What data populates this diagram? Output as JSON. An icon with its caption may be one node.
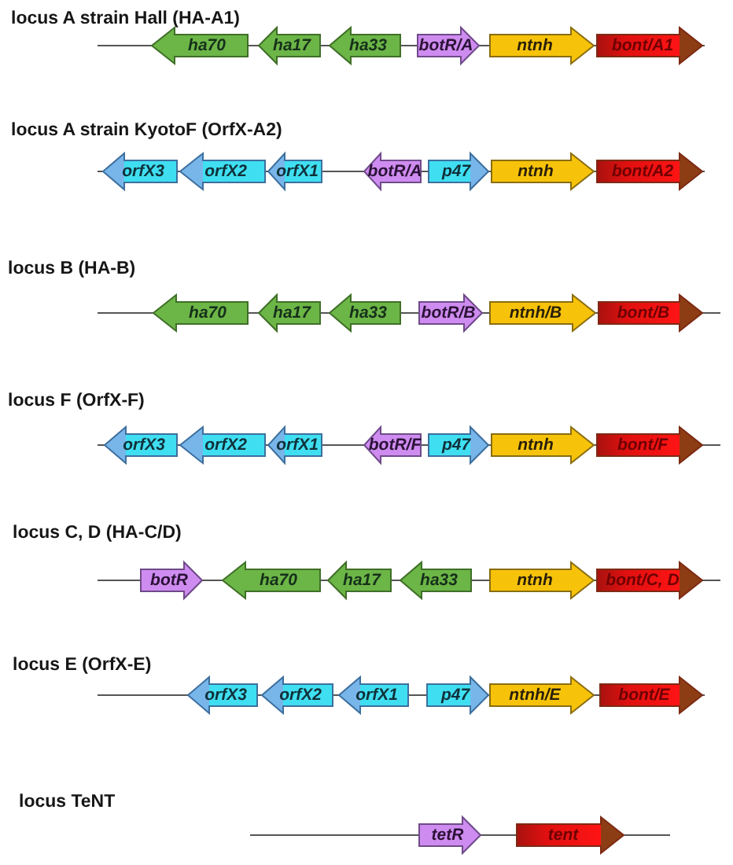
{
  "diagram": {
    "nodes": [
      {
        "text": [
          "ha70"
        ]
      },
      {
        "text": [
          "ha17"
        ]
      },
      {
        "text": [
          "ha33"
        ]
      },
      {
        "text": [
          "botR/A"
        ]
      },
      {
        "text": [
          "ntnh"
        ]
      },
      {
        "text": [
          "bont/A1"
        ]
      },
      {
        "text": [
          "orfX3"
        ]
      },
      {
        "text": [
          "orfX2"
        ]
      },
      {
        "text": [
          "orfX1"
        ]
      },
      {
        "text": [
          "botR/A"
        ]
      },
      {
        "text": [
          "p47"
        ]
      },
      {
        "text": [
          "ntnh"
        ]
      },
      {
        "text": [
          "bont/A2"
        ]
      },
      {
        "text": [
          "ha70"
        ]
      },
      {
        "text": [
          "ha17"
        ]
      },
      {
        "text": [
          "ha33"
        ]
      },
      {
        "text": [
          "botR/B"
        ]
      },
      {
        "text": [
          "ntnh/B"
        ]
      },
      {
        "text": [
          "bont/B"
        ]
      },
      {
        "text": [
          "orfX3"
        ]
      },
      {
        "text": [
          "orfX2"
        ]
      },
      {
        "text": [
          "orfX1"
        ]
      },
      {
        "text": [
          "botR/F"
        ]
      },
      {
        "text": [
          "p47"
        ]
      },
      {
        "text": [
          "ntnh"
        ]
      },
      {
        "text": [
          "bont/F"
        ]
      },
      {
        "text": [
          "botR"
        ]
      },
      {
        "text": [
          "ha70"
        ]
      },
      {
        "text": [
          "ha17"
        ]
      },
      {
        "text": [
          "ha33"
        ]
      },
      {
        "text": [
          "ntnh"
        ]
      },
      {
        "text": [
          "bont/C, D"
        ]
      },
      {
        "text": [
          "orfX3"
        ]
      },
      {
        "text": [
          "orfX2"
        ]
      },
      {
        "text": [
          "orfX1"
        ]
      },
      {
        "text": [
          "p47"
        ]
      },
      {
        "text": [
          "ntnh/E"
        ]
      },
      {
        "text": [
          "bont/E"
        ]
      },
      {
        "text": [
          "tetR"
        ]
      },
      {
        "text": [
          "tent"
        ]
      }
    ],
    "labels": [
      "locus A strain Hall (HA-A1)",
      "locus A strain KyotoF (OrfX-A2)",
      "locus B (HA-B)",
      "locus F (OrfX-F)",
      "locus C, D (HA-C/D)",
      "locus E (OrfX-E)",
      "locus TeNT"
    ]
  }
}
